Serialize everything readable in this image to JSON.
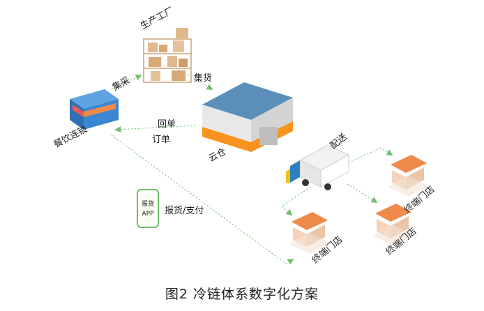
{
  "nodes": {
    "factory": "生产工厂",
    "restaurant": "餐饮连锁",
    "cloud_warehouse": "云仓",
    "store_a": "终端门店",
    "store_b": "终端门店",
    "store_c": "终端门店"
  },
  "edges": {
    "collect": "集采",
    "consolidate": "集货",
    "receipt": "回单",
    "order": "订单",
    "delivery": "配送",
    "report_pay": "报货/支付"
  },
  "app": {
    "label_top": "报货",
    "label_bottom": "APP"
  },
  "caption": "图2  冷链体系数字化方案",
  "colors": {
    "flow": "#7fc97f",
    "awning": "#f08a4b",
    "warehouse_roof": "#5b8fb9",
    "warehouse_stripe": "#f7931e",
    "restaurant": "#3b7fc4"
  }
}
